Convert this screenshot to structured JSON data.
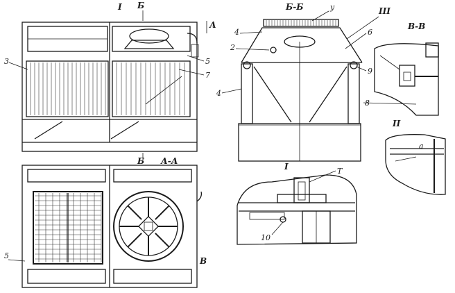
{
  "labels": {
    "view_top_section": "I",
    "view_top_section2": "Б",
    "section_a_mark": "А",
    "section_b_title": "Б-Б",
    "section_v_title": "В-В",
    "section_aa_title": "А-А",
    "section_b_bottom": "Б",
    "detail_one_title": "I",
    "detail_two_title": "II",
    "detail_three_title": "III",
    "part_3": "3",
    "part_4_left": "4",
    "part_4_right": "4",
    "part_2": "2",
    "part_5_top": "5",
    "part_5_bottom": "5",
    "part_6": "6",
    "part_7": "7",
    "part_8": "8",
    "part_9": "9",
    "part_10": "10",
    "part_y": "у",
    "part_t": "Т",
    "part_a_small": "а",
    "b_right_mark": "В"
  }
}
